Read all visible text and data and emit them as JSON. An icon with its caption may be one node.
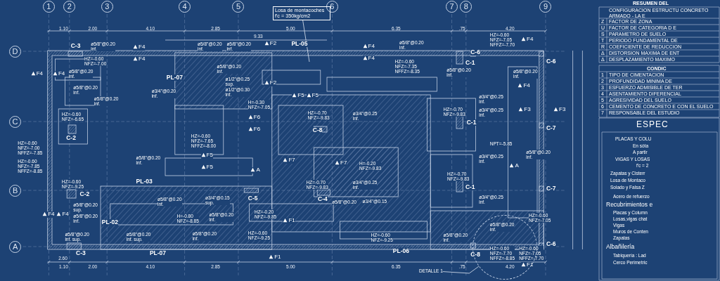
{
  "diagram": {
    "nodes": [
      {
        "text": [
          "Losa de montacoches f'c = 350kg/cm2"
        ]
      },
      {
        "text": [
          "DETALLE 1"
        ]
      },
      {
        "text": [],
        "shape": "circle"
      }
    ],
    "edges": [
      {
        "from": 0,
        "to": null,
        "arrow": "none"
      },
      {
        "from": 1,
        "to": 2,
        "arrow": "none"
      }
    ],
    "labels": [
      "1",
      "2",
      "3",
      "4",
      "5",
      "6",
      "7",
      "8",
      "9",
      "D",
      "C",
      "B",
      "A",
      "1.10",
      "2.00",
      "4.10",
      "2.85",
      "5.00",
      "6.35",
      ".75",
      "4.20",
      "9.33",
      "1.10",
      "2.00",
      "4.10",
      "2.85",
      "5.00",
      "6.35",
      ".75",
      "4.20",
      "2.60",
      "C-3",
      "ø5/8\"@0.20 inf.",
      "F4",
      "F4",
      "HZ=-0.60 NFZ=-7.00",
      "ø5/8\"@0.20 inf.",
      "F4",
      "F4",
      "ø5/8\"@0.20 inf.",
      "ø5/8\"@0.20 inf.",
      "HZ=-0.60 NFZ=-6.65",
      "C-2",
      "ø5/8\"@0.20 inf.",
      "ø5/8\"@0.20 inf.",
      "F2",
      "PL-05",
      "PL-07",
      "ø5/8\"@0.20 inf.",
      "ø1/2\"@0.25 sup.",
      "ø1/2\"@0.30 inf.",
      "F2",
      "ø3/4\"@0.20 inf.",
      "H=-0.30 NFZ=-7.05",
      "F6",
      "F6",
      "F4",
      "F4",
      "ø5/8\"@0.20 inf.",
      "HZ=-0.60 NFZ=-7.35 NFFZ=-8.35",
      "C-1",
      "ø5/8\"@0.20 inf.",
      "C-6",
      "HZ=-0.60 NFZ=-7.05 NFFZ=-7.70",
      "F4",
      "C-6",
      "ø5/8\"@0.20 inf.",
      "F4",
      "F5",
      "F5",
      "HZ=-0.70 NFZ=-9.83",
      "ø3/4\"@0.25 inf.",
      "HZ=-0.70 NFZ=-9.83",
      "ø3/4\"@0.25 inf.",
      "ø3/4\"@0.25 inf.",
      "C-1",
      "C-8",
      "F3",
      "F3",
      "C-7",
      "HZ=-0.60 NFZ=-7.00 NFFZ=-7.85",
      "HZ=-0.60 NFZ=-7.85 NFFZ=-8.85",
      "HZ=-0.60 NFZ=-7.65 NFFZ=-8.00",
      "F5",
      "F5",
      "ø5/8\"@0.20 inf.",
      "A",
      "HZ=-0.60 NFZ=-9.25",
      "PL-03",
      "C-2",
      "ø5/8\"@0.20 sup.",
      "F4",
      "F4",
      "ø5/8\"@0.20 inf.",
      "PL-02",
      "ø5/8\"@0.20 inf. sup.",
      "ø5/8\"@0.20 inf. sup.",
      "ø5/8\"@0.20 inf.",
      "ø3/4\"@0.15 sup.",
      "ø5/8\"@0.20 inf.",
      "C-5",
      "H=-0.80 NFZ=-8.85",
      "HZ=-0.20 NFZ=-9.85",
      "F1",
      "ø5/8\"@0.20 inf.",
      "HZ=-0.60 NFZ=-9.25",
      "C-3",
      "PL-07",
      "F1",
      "NPT=-5.85",
      "ø5/8\"@0.20 inf.",
      "F7",
      "F7",
      "H=-0.20 NFZ=-9.83",
      "ø3/4\"@0.25 inf.",
      "A",
      "HZ=-0.70 NFZ=-9.83",
      "C-1",
      "HZ=-0.70 NFZ=-9.83",
      "ø3/4\"@0.25 inf.",
      "ø3/4\"@0.25 inf.",
      "C-4",
      "ø5/8\"@0.20",
      "ø3/4\"@0.15",
      "C-7",
      "HZ=-0.60 NFZ=-7.05",
      "ø5/8\"@0.20 inf.",
      "HZ=-0.60 NFZ=-9.25",
      "ø5/8\"@0.20 inf.",
      "C-6",
      "PL-06",
      "C-8",
      "HZ=-0.60 NFZ=-7.70 NFFZ=-8.85",
      "HZ=-0.60 NFZ=-7.05 NFFZ=-7.70",
      "F1",
      "RESUMEN DEL",
      "CONFIGURACION ESTRUCTU CONCRETO ARMADO - LA E",
      "Z",
      "FACTOR DE ZONA",
      "U",
      "FACTOR DE CATEGORIA D E",
      "S",
      "PARAMETRO DE SUELO",
      "T",
      "PERIODO FUNDAMENTAL DE",
      "R",
      "COEFICIENTE DE REDUCCION",
      "Δ",
      "DISTORSION MAXIMA DE ENT",
      "Δ",
      "DESPLAZAMIENTO MAXIMO",
      "CONDIC",
      "1",
      "TIPO DE CIMENTACION",
      "2",
      "PROFUNDIDAD MINIMA DE",
      "3",
      "ESFUERZO ADMISIBLE DE TER",
      "4",
      "ASENTAMIENTO DIFERENCIAL",
      "5",
      "AGRESIVIDAD DEL SUELO",
      "6",
      "CEMENTO DE CONCRETO E CON EL SUELO",
      "7",
      "RESPONSABLE DEL ESTUDIO",
      "ESPEC",
      "PLACAS Y COLU",
      "En sóta",
      "A partir",
      "VIGAS Y LOSAS",
      "f'c = 2",
      "Zapatas y Cisterr",
      "Losa de Montaco",
      "Solado y Falsa Z",
      "Acero de refuerzo",
      "Recubrimientos e",
      "Placas y Column",
      "Losas,vigas chat",
      "Vigas",
      "Muros de Conten",
      "Zapatas",
      "Albañilería",
      "Tabiquería : Lad",
      "Cerco Perimetric"
    ]
  }
}
